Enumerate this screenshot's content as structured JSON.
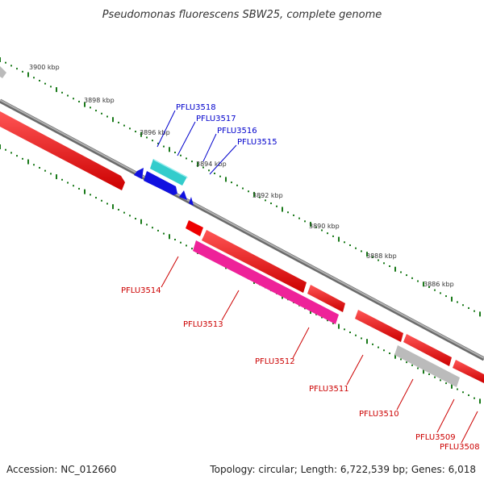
{
  "title": "Pseudomonas fluorescens SBW25, complete genome",
  "colors": {
    "backbone": "#8a8a8a",
    "tick": "#1a7a1a",
    "forward_label": "#0000cc",
    "reverse_label": "#cc0000",
    "red": "#ee0000",
    "blue": "#1010e0",
    "cyan": "#33cccc",
    "pink": "#ee2299",
    "gray": "#bbbbbb"
  },
  "ticks": [
    {
      "label": "3900 kbp"
    },
    {
      "label": "3898 kbp"
    },
    {
      "label": "3896 kbp"
    },
    {
      "label": "3894 kbp"
    },
    {
      "label": "3892 kbp"
    },
    {
      "label": "3890 kbp"
    },
    {
      "label": "3888 kbp"
    },
    {
      "label": "3886 kbp"
    }
  ],
  "forward_genes": [
    {
      "label": "PFLU3518",
      "color": "cyan"
    },
    {
      "label": "PFLU3517",
      "color": "blue"
    },
    {
      "label": "PFLU3516",
      "color": "blue"
    },
    {
      "label": "PFLU3515",
      "color": "blue"
    }
  ],
  "reverse_genes": [
    {
      "label": "PFLU3514",
      "color": "red"
    },
    {
      "label": "PFLU3513",
      "color": "pink"
    },
    {
      "label": "PFLU3512",
      "color": "red"
    },
    {
      "label": "PFLU3511",
      "color": "red"
    },
    {
      "label": "PFLU3510",
      "color": "gray"
    },
    {
      "label": "PFLU3509",
      "color": "red"
    },
    {
      "label": "PFLU3508",
      "color": "red"
    }
  ],
  "footer": {
    "accession": "Accession: NC_012660",
    "summary": "Topology: circular; Length: 6,722,539 bp; Genes: 6,018"
  }
}
